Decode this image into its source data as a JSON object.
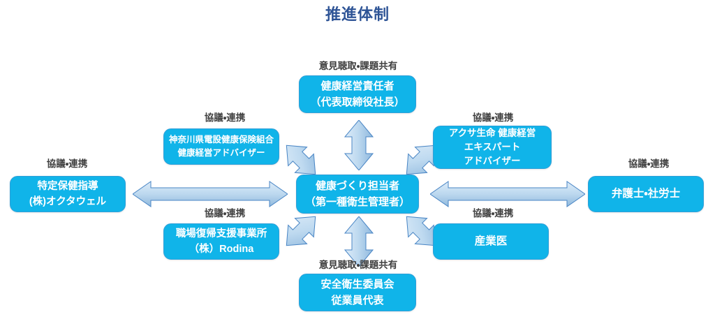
{
  "title": "推進体制",
  "colors": {
    "title": "#2e5496",
    "node_fill": "#10b4e9",
    "node_border": "#2f9fd8",
    "node_text": "#ffffff",
    "caption_text": "#3f3f3f",
    "arrow_light": "#cfe3f5",
    "arrow_dark": "#8fb8dd",
    "arrow_border": "#3d7ebd",
    "background": "#ffffff"
  },
  "nodes": {
    "center": {
      "id": "health-promotion-manager",
      "lines": [
        "健康づくり担当者",
        "（第一種衛生管理者）"
      ]
    },
    "top": {
      "id": "health-management-officer",
      "lines": [
        "健康経営責任者",
        "（代表取締役社長）"
      ]
    },
    "bottom": {
      "id": "safety-health-committee",
      "lines": [
        "安全衛生委員会",
        "従業員代表"
      ]
    },
    "left": {
      "id": "specific-health-guidance",
      "lines": [
        "特定保健指導",
        "(株)オクタウェル"
      ]
    },
    "right": {
      "id": "lawyer-labor-consultant",
      "lines": [
        "弁護士・社労士"
      ]
    },
    "upper_left": {
      "id": "kanagawa-health-insurance-union",
      "lines": [
        "神奈川県電設健康保険組合",
        "健康経営アドバイザー"
      ]
    },
    "upper_right": {
      "id": "axa-health-management-expert",
      "lines": [
        "アクサ生命 健康経営",
        "エキスパート",
        "アドバイザー"
      ]
    },
    "lower_left": {
      "id": "workplace-return-support-office",
      "lines": [
        "職場復帰支援事業所",
        "（株）Rodina"
      ]
    },
    "lower_right": {
      "id": "occupational-physician",
      "lines": [
        "産業医"
      ]
    }
  },
  "captions": {
    "top": "意見聴取・課題共有",
    "bottom": "意見聴取・課題共有",
    "left": "協議・連携",
    "right": "協議・連携",
    "upper_left": "協議・連携",
    "upper_right": "協議・連携",
    "lower_left": "協議・連携",
    "lower_right": "協議・連携"
  },
  "arrows": [
    {
      "id": "arrow-center-top",
      "direction": "vertical-double"
    },
    {
      "id": "arrow-center-bottom",
      "direction": "vertical-double"
    },
    {
      "id": "arrow-center-left",
      "direction": "horizontal-double"
    },
    {
      "id": "arrow-center-right",
      "direction": "horizontal-double"
    },
    {
      "id": "arrow-center-upper-left",
      "direction": "diagonal-double-nw-se"
    },
    {
      "id": "arrow-center-upper-right",
      "direction": "diagonal-double-ne-sw"
    },
    {
      "id": "arrow-center-lower-left",
      "direction": "diagonal-double-ne-sw"
    },
    {
      "id": "arrow-center-lower-right",
      "direction": "diagonal-double-nw-se"
    }
  ]
}
